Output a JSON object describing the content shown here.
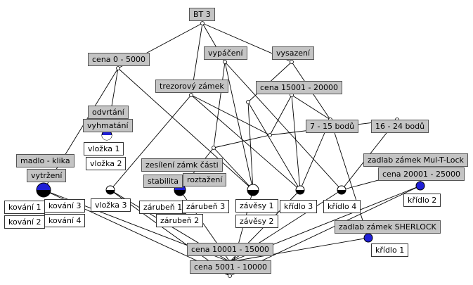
{
  "attributes": {
    "top": "BT 3",
    "cena_0_5000": "cena 0 - 5000",
    "vypaceni": "vypáčení",
    "vysazeni": "vysazení",
    "trezorovy_zamek": "trezorový zámek",
    "cena_15001_20000": "cena 15001 - 20000",
    "odvrtani": "odvrtání",
    "vyhmatani": "vyhmatání",
    "body_7_15": "7 - 15 bodů",
    "body_16_24": "16 - 24 bodů",
    "madlo_klika": "madlo - klika",
    "vytrzeni": "vytržení",
    "zesileni": "zesílení zámk části",
    "stabilita": "stabilita",
    "roztazeni": "roztažení",
    "mul_t_lock": "zadlab zámek Mul-T-Lock",
    "cena_20001_25000": "cena 20001 - 25000",
    "sherlock": "zadlab zámek SHERLOCK",
    "cena_10001_15000": "cena 10001 - 15000",
    "cena_5001_10000": "cena 5001 - 10000"
  },
  "objects": {
    "vlozka_1": "vložka 1",
    "vlozka_2": "vložka 2",
    "vlozka_3": "vložka 3",
    "kovani_1": "kování 1",
    "kovani_2": "kování 2",
    "kovani_3": "kování 3",
    "kovani_4": "kování 4",
    "zarubne_1": "zárubeň 1",
    "zarubne_2": "zárubeň 2",
    "zarubne_3": "zárubeň 3",
    "zavesy_1": "závěsy 1",
    "zavesy_2": "závěsy 2",
    "kridlo_1": "křídlo 1",
    "kridlo_2": "křídlo 2",
    "kridlo_3": "křídlo 3",
    "kridlo_4": "křídlo 4"
  },
  "colors": {
    "attribute_fill": "#c4c4c4",
    "node_blue": "#1f1fd6",
    "node_black": "#000000"
  }
}
